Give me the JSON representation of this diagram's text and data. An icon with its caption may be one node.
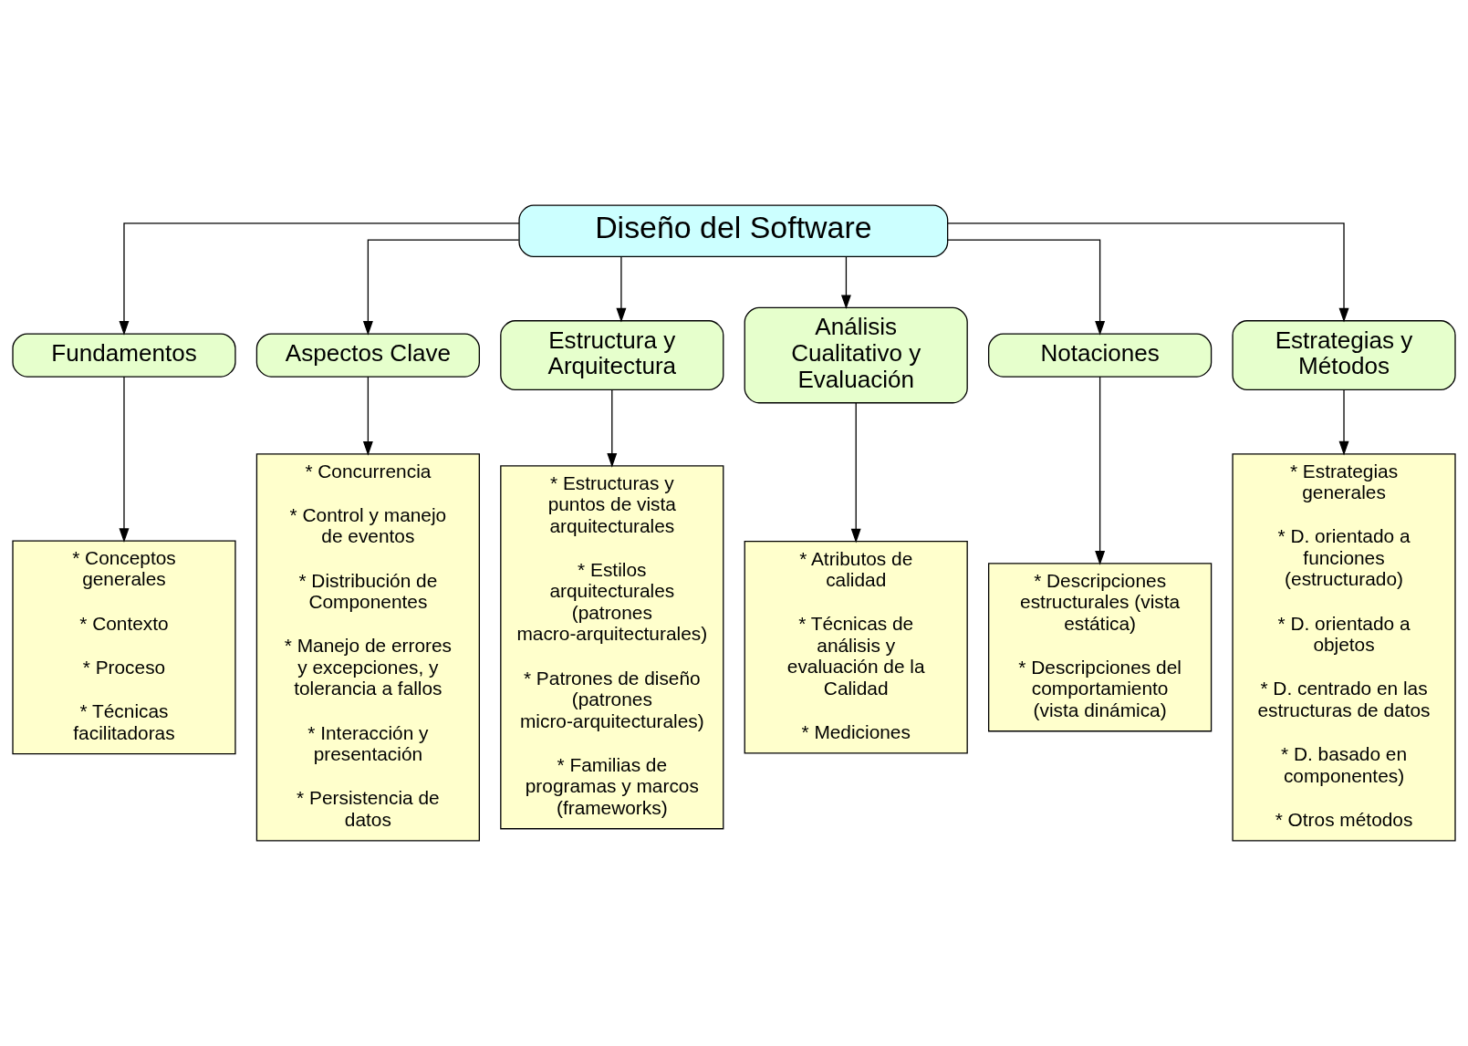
{
  "diagram": {
    "nodes": [
      {
        "text": [
          "Diseño del Software"
        ]
      },
      {
        "text": [
          "Fundamentos"
        ]
      },
      {
        "text": [
          "Aspectos Clave"
        ]
      },
      {
        "text": [
          "Estructura y Arquitectura"
        ]
      },
      {
        "text": [
          "Análisis Cualitativo y Evaluación"
        ]
      },
      {
        "text": [
          "Notaciones"
        ]
      },
      {
        "text": [
          "Estrategias y Métodos"
        ]
      },
      {
        "text": [
          "* Conceptos generales",
          "* Contexto",
          "* Proceso",
          "* Técnicas facilitadoras"
        ]
      },
      {
        "text": [
          "* Concurrencia",
          "* Control y manejo de eventos",
          "* Distribución de Componentes",
          "* Manejo de errores y excepciones, y tolerancia a fallos",
          "* Interacción y presentación",
          "* Persistencia de datos"
        ]
      },
      {
        "text": [
          "* Estructuras y puntos de vista arquitecturales",
          "* Estilos arquitecturales (patrones macro-arquitecturales)",
          "* Patrones de diseño (patrones micro-arquitecturales)",
          "* Familias de programas y marcos (frameworks)"
        ]
      },
      {
        "text": [
          "* Atributos de calidad",
          "* Técnicas de análisis y evaluación de la Calidad",
          "* Mediciones"
        ]
      },
      {
        "text": [
          "* Descripciones estructurales (vista estática)",
          "* Descripciones del comportamiento (vista dinámica)"
        ]
      },
      {
        "text": [
          "* Estrategias generales",
          "* D. orientado a funciones (estructurado)",
          "* D. orientado a objetos",
          "* D. centrado en las estructuras de datos",
          "* D. basado en componentes)",
          "* Otros métodos"
        ]
      }
    ],
    "edges": [
      {
        "from": 0,
        "to": 1,
        "arrow": "to"
      },
      {
        "from": 0,
        "to": 2,
        "arrow": "to"
      },
      {
        "from": 0,
        "to": 3,
        "arrow": "to"
      },
      {
        "from": 0,
        "to": 4,
        "arrow": "to"
      },
      {
        "from": 0,
        "to": 5,
        "arrow": "to"
      },
      {
        "from": 0,
        "to": 6,
        "arrow": "to"
      },
      {
        "from": 1,
        "to": 7,
        "arrow": "to"
      },
      {
        "from": 2,
        "to": 8,
        "arrow": "to"
      },
      {
        "from": 3,
        "to": 9,
        "arrow": "to"
      },
      {
        "from": 4,
        "to": 10,
        "arrow": "to"
      },
      {
        "from": 5,
        "to": 11,
        "arrow": "to"
      },
      {
        "from": 6,
        "to": 12,
        "arrow": "to"
      }
    ]
  }
}
